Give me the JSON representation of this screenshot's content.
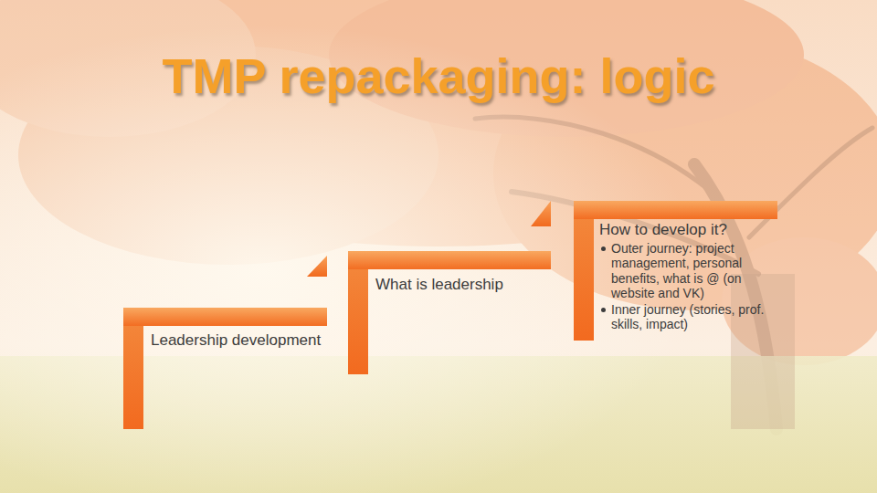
{
  "diagram": {
    "title": "TMP repackaging: logic",
    "nodes": [
      {
        "text": [
          "Leadership development"
        ]
      },
      {
        "text": [
          "What is leadership"
        ]
      },
      {
        "text": [
          "How to develop it?",
          "Outer journey: project management, personal benefits, what is @ (on website and VK)",
          "Inner journey (stories, prof. skills, impact)"
        ]
      }
    ]
  }
}
